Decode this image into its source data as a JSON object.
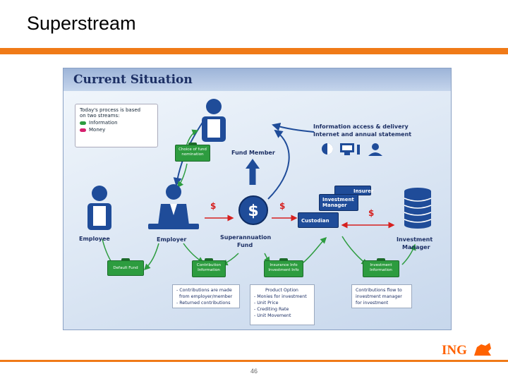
{
  "slide": {
    "title": "Superstream",
    "page_number": "46",
    "logo_text": "ING"
  },
  "diagram": {
    "heading": "Current Situation",
    "legend": {
      "text_line1": "Today's process is based",
      "text_line2": "on two streams:",
      "information": "Information",
      "money": "Money",
      "info_color": "#2d9c3f",
      "money_color": "#d6206e"
    },
    "info_access": {
      "line1": "Information access & delivery",
      "line2": "Internet and annual statement"
    },
    "labels": {
      "fund_member": "Fund Member",
      "employee": "Employee",
      "employer": "Employer",
      "super_fund_line1": "Superannuation",
      "super_fund_line2": "Fund",
      "investment_manager_line1": "Investment",
      "investment_manager_line2": "Manager",
      "dollar": "$"
    },
    "green_boxes": {
      "choice_line1": "Choice of fund",
      "choice_line2": "nomination",
      "default_fund": "Default Fund",
      "contribution_line1": "Contribution",
      "contribution_line2": "Information",
      "insurance_line1": "Insurance Info",
      "insurance_line2": "Investment Info",
      "investment_info_line1": "Investment",
      "investment_info_line2": "Information"
    },
    "blue_boxes": {
      "insurer": "Insurer",
      "inv_mgr_line1": "Investment",
      "inv_mgr_line2": "Manager",
      "custodian": "Custodian"
    },
    "notes": {
      "contrib": [
        "- Contributions are made",
        "  from employer/member",
        "- Returned contributions"
      ],
      "product": [
        "Product Option",
        "- Monies for investment",
        "- Unit Price",
        "- Crediting Rate",
        "- Unit Movement"
      ],
      "flow": [
        "Contributions flow to",
        "investment manager",
        "for investment"
      ]
    }
  }
}
